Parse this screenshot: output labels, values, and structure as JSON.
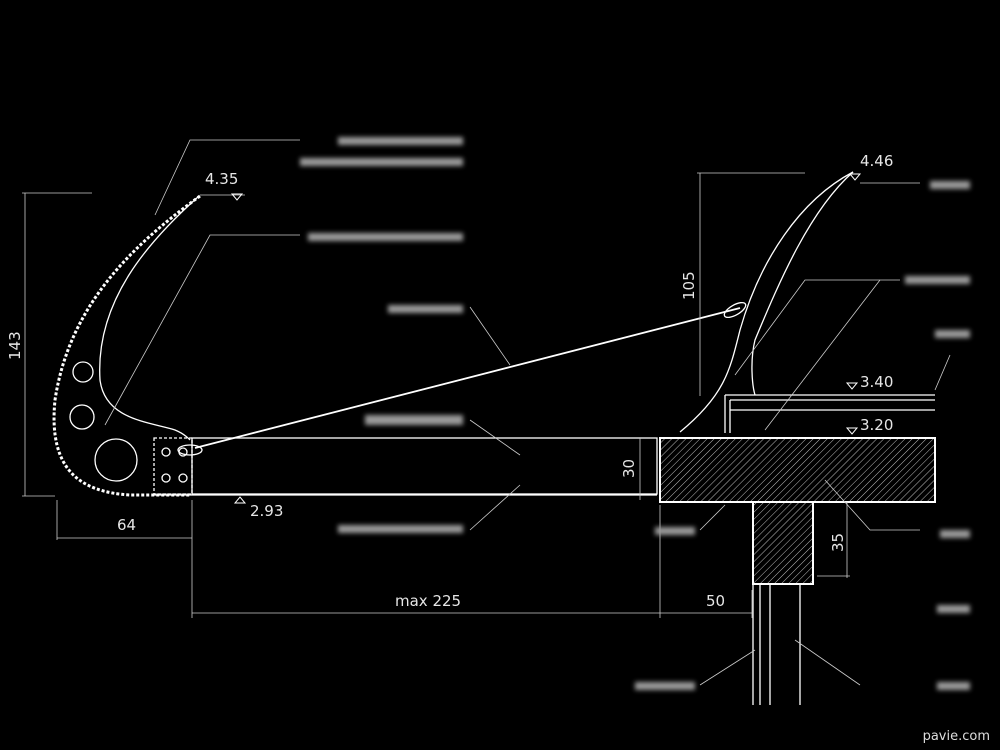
{
  "drawing": {
    "levels": {
      "left_tip": "4.35",
      "right_tip": "4.46",
      "roof_top": "3.40",
      "slab_top": "3.20",
      "deck_bottom": "2.93"
    },
    "dimensions": {
      "left_height": "143",
      "right_height": "105",
      "left_width": "64",
      "span": "max 225",
      "wall": "50",
      "deck_depth": "30",
      "beam_depth": "35"
    },
    "watermark": "pavie.com",
    "colors": {
      "background": "#000000",
      "line": "#ffffff"
    }
  }
}
